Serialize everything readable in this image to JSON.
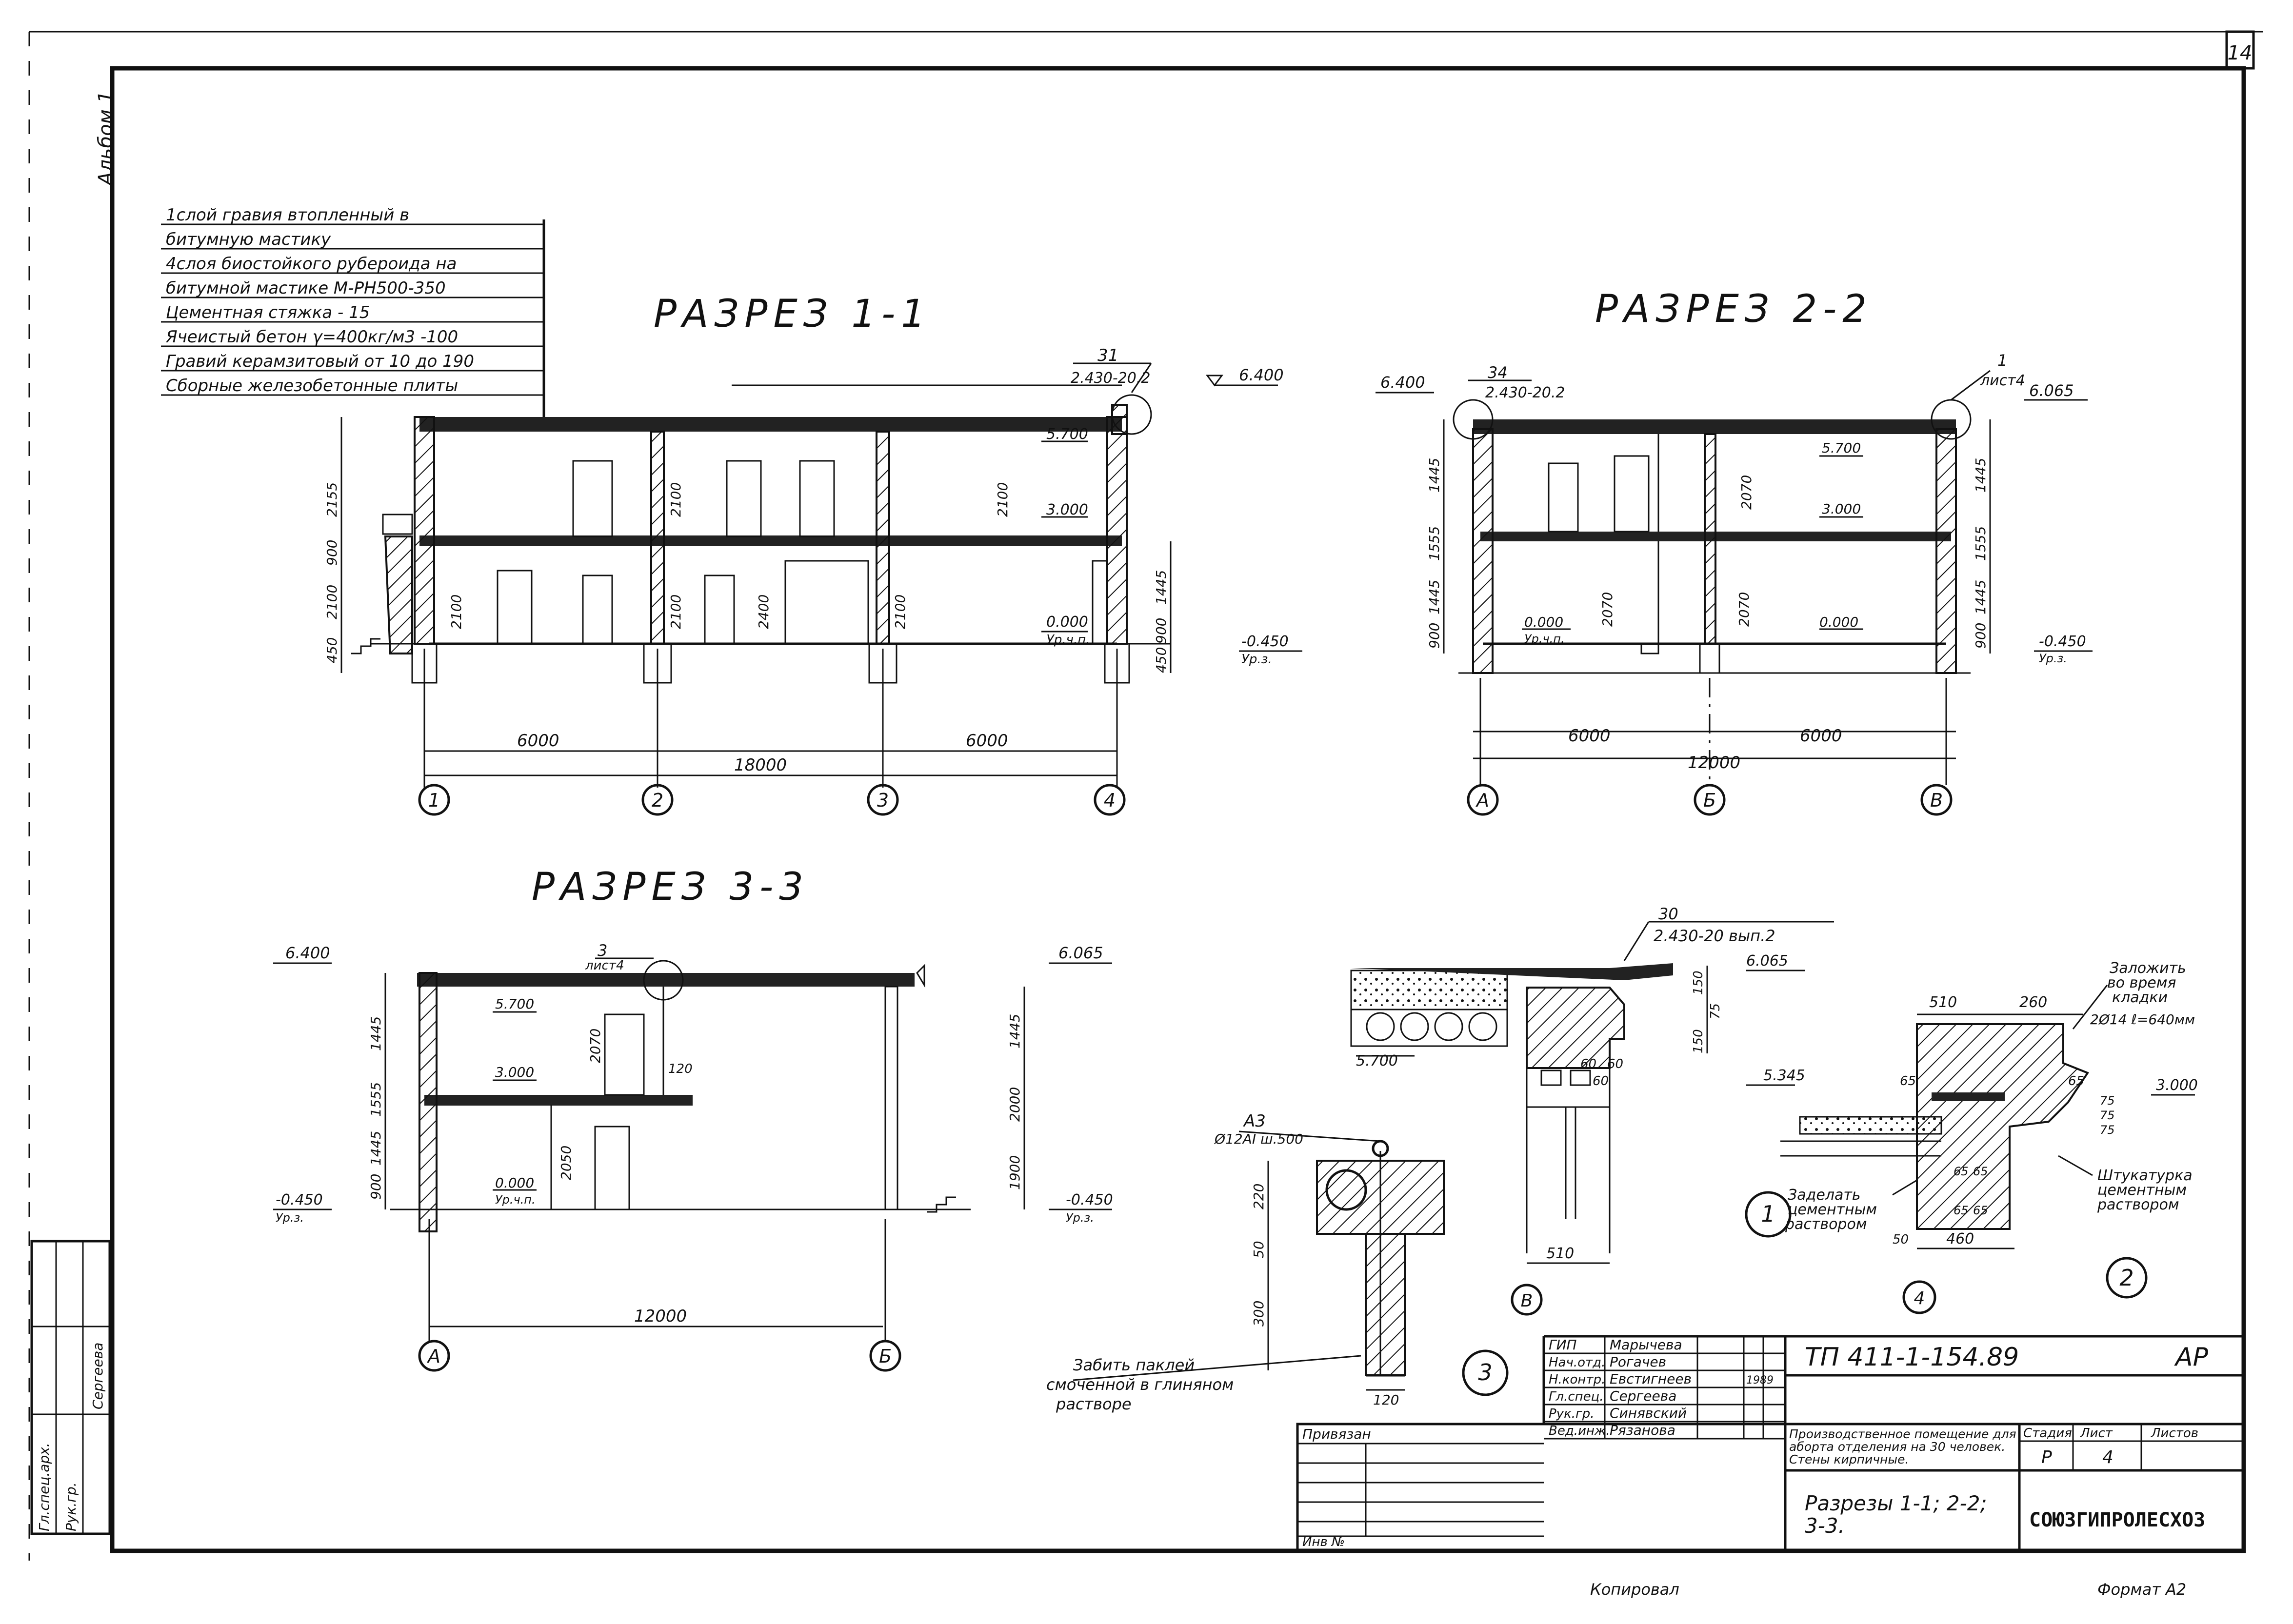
{
  "sheet": {
    "page_number": "14",
    "side_label": "Альбом 1",
    "bottom_left": "Копировал",
    "bottom_right": "Формат А2"
  },
  "roof_legend": [
    "1слой гравия втопленный в",
    "битумную мастику",
    "4слоя биостойкого рубероида на",
    "битумной мастике М-РН500-350",
    "Цементная стяжка - 15",
    "Ячеистый бетон γ=400кг/м3 -100",
    "Гравий керамзитовый от 10 до 190",
    "Сборные железобетонные плиты"
  ],
  "section_1": {
    "title": "РАЗРЕЗ 1-1",
    "callout_num": "31",
    "callout_ref": "2.430-20.2",
    "levels": [
      "6.400",
      "5.700",
      "3.000",
      "0.000",
      "-0.450"
    ],
    "level_notes": [
      "Ур.ч.п.",
      "Ур.з."
    ],
    "left_dims": [
      "2155",
      "900",
      "2100",
      "450"
    ],
    "right_dims": [
      "1445",
      "900",
      "450"
    ],
    "inner_dims": [
      "2100",
      "2100",
      "2100",
      "2100",
      "2100",
      "2400"
    ],
    "spans": [
      "6000",
      "6000"
    ],
    "total": "18000",
    "axes": [
      "1",
      "2",
      "3",
      "4"
    ]
  },
  "section_2": {
    "title": "РАЗРЕЗ 2-2",
    "callout_num_left": "34",
    "callout_ref_left": "2.430-20.2",
    "callout_num_right": "1",
    "callout_ref_right": "лист4",
    "levels": [
      "6.400",
      "6.065",
      "5.700",
      "3.000",
      "0.000",
      "-0.450"
    ],
    "level_notes": [
      "Ур.ч.п.",
      "Ур.з."
    ],
    "left_dims": [
      "1445",
      "1555",
      "1445",
      "900"
    ],
    "right_dims": [
      "1445",
      "1555",
      "1445",
      "900"
    ],
    "inner_dims": [
      "2070",
      "2070",
      "2070"
    ],
    "spans": [
      "6000",
      "6000"
    ],
    "total": "12000",
    "axes": [
      "А",
      "Б",
      "В"
    ]
  },
  "section_3": {
    "title": "РАЗРЕЗ 3-3",
    "callout_num": "3",
    "callout_ref": "лист4",
    "levels": [
      "6.400",
      "6.065",
      "5.700",
      "3.000",
      "0.000",
      "-0.450",
      "-0.450"
    ],
    "level_notes": [
      "Ур.ч.п.",
      "Ур.з.",
      "Ур.з."
    ],
    "left_dims": [
      "1445",
      "1555",
      "1445",
      "900"
    ],
    "right_dims": [
      "1445",
      "2000",
      "1900"
    ],
    "inner_dims": [
      "2070",
      "2050",
      "120"
    ],
    "total": "12000",
    "axes": [
      "А",
      "Б"
    ]
  },
  "detail_1": {
    "num": "1",
    "ref_num": "30",
    "ref": "2.430-20 вып.2",
    "levels": [
      "6.065",
      "5.700"
    ],
    "dims": [
      "150",
      "75",
      "150",
      "60",
      "60",
      "60",
      "510"
    ],
    "axis": "В"
  },
  "detail_2": {
    "num": "2",
    "levels": [
      "5.345",
      "3.000"
    ],
    "dims": [
      "510",
      "260",
      "65",
      "65",
      "75",
      "75",
      "75",
      "65",
      "65",
      "65",
      "65",
      "50",
      "460"
    ],
    "note_top": [
      "Заложить",
      "во время",
      "кладки",
      "2Ø14 ℓ=640мм"
    ],
    "note_right": [
      "Штукатурка",
      "цементным",
      "раствором"
    ],
    "note_left": [
      "Заделать",
      "цементным",
      "раствором"
    ],
    "axis": "4"
  },
  "detail_3": {
    "num": "3",
    "anchor": "А3",
    "anchor_spec": "Ø12АI ш.500",
    "dims": [
      "220",
      "50",
      "300",
      "120"
    ],
    "note": [
      "Забить паклей",
      "смоченной в глиняном",
      "растворе"
    ]
  },
  "title_block": {
    "code": "ТП 411-1-154.89",
    "stage_code": "АР",
    "roles": [
      "ГИП",
      "Нач.отд.",
      "Н.контр.",
      "Гл.спец.",
      "Рук.гр.",
      "Вед.инж."
    ],
    "names": [
      "Марычева",
      "Рогачев",
      "Евстигнеев",
      "Сергеева",
      "Синявский",
      "Рязанова"
    ],
    "year": "1989",
    "project": "Производственное помещение для аборта отделения на 30 человек. Стены кирпичные.",
    "sheet_title": "Разрезы 1-1; 2-2; 3-3.",
    "stage_header": "Стадия",
    "sheet_header": "Лист",
    "sheets_header": "Листов",
    "stage": "Р",
    "sheet": "4",
    "org": "СОЮЗГИПРОЛЕСХОЗ",
    "privyazan": "Привязан",
    "inv": "Инв №"
  },
  "side_stamp": [
    "Гл.спец.арх.",
    "Рук.гр.",
    "Сергеева"
  ]
}
